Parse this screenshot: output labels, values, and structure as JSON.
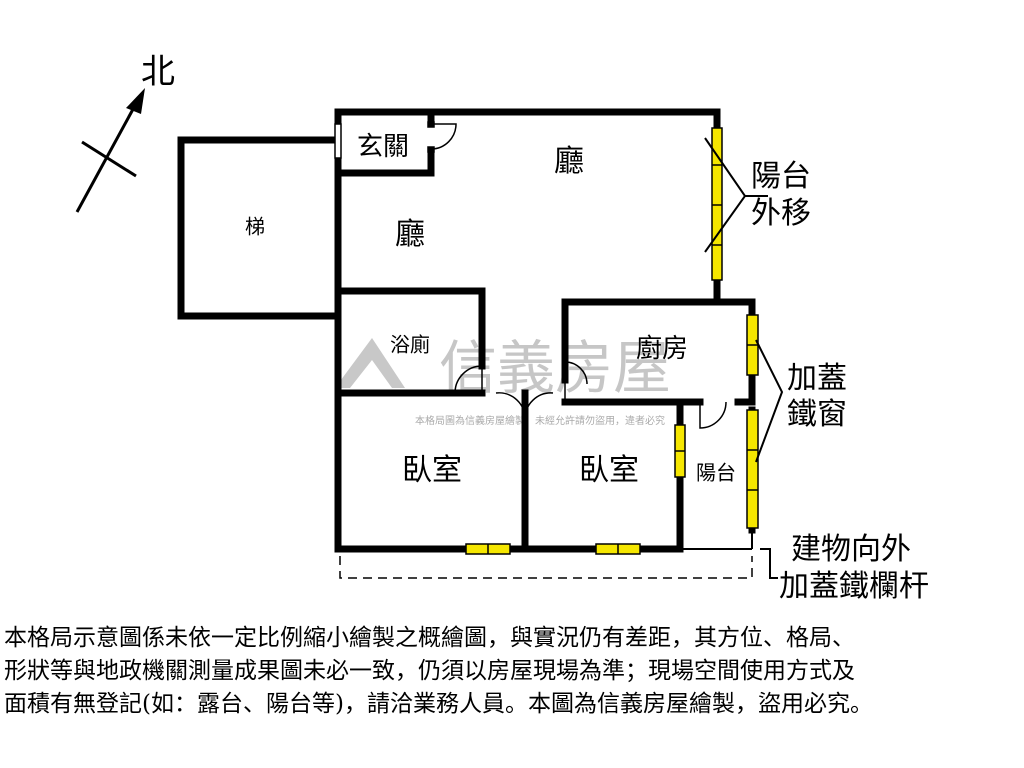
{
  "compass": {
    "label": "北"
  },
  "rooms": {
    "entry": "玄關",
    "living_top": "廳",
    "living_left": "廳",
    "stairs": "梯",
    "bath": "浴廁",
    "kitchen": "廚房",
    "bedroom1": "臥室",
    "bedroom2": "臥室",
    "balcony": "陽台"
  },
  "annotations": {
    "balcony_moved_line1": "陽台",
    "balcony_moved_line2": "外移",
    "iron_window_line1": "加蓋",
    "iron_window_line2": "鐵窗",
    "railing_line1": "建物向外",
    "railing_line2": "加蓋鐵欄杆"
  },
  "watermark": {
    "logo_text": "信義房屋",
    "small_text": "本格局圖為信義房屋繪製，未經允許請勿盜用，違者必究"
  },
  "colors": {
    "window": "#f5e600",
    "wall": "#000000",
    "watermark": "#b3b3b3"
  },
  "disclaimer": {
    "line1": "本格局示意圖係未依一定比例縮小繪製之概繪圖，與實況仍有差距，其方位、格局、",
    "line2": "形狀等與地政機關測量成果圖未必一致，仍須以房屋現場為準；現場空間使用方式及",
    "line3": "面積有無登記(如：露台、陽台等)，請洽業務人員。本圖為信義房屋繪製，盜用必究。"
  }
}
